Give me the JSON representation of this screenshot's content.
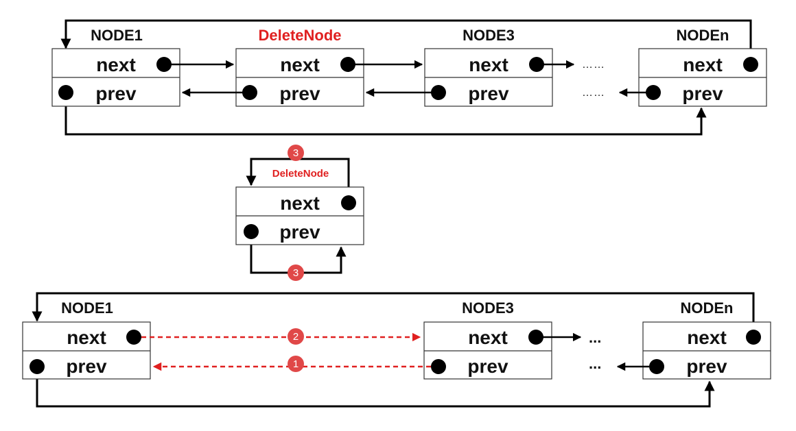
{
  "colors": {
    "ink": "#000000",
    "highlight": "#e02020",
    "badge": "#e04848"
  },
  "top_row": {
    "node1": {
      "title": "NODE1",
      "next": "next",
      "prev": "prev"
    },
    "delete": {
      "title": "DeleteNode",
      "next": "next",
      "prev": "prev"
    },
    "node3": {
      "title": "NODE3",
      "next": "next",
      "prev": "prev"
    },
    "noden": {
      "title": "NODEn",
      "next": "next",
      "prev": "prev"
    },
    "ellipsis_next": "……",
    "ellipsis_prev": "……"
  },
  "isolated": {
    "title": "DeleteNode",
    "next": "next",
    "prev": "prev",
    "step_top": "3",
    "step_bottom": "3"
  },
  "bottom_row": {
    "node1": {
      "title": "NODE1",
      "next": "next",
      "prev": "prev"
    },
    "node3": {
      "title": "NODE3",
      "next": "next",
      "prev": "prev"
    },
    "noden": {
      "title": "NODEn",
      "next": "next",
      "prev": "prev"
    },
    "ellipsis_next": "...",
    "ellipsis_prev": "...",
    "step_next": "2",
    "step_prev": "1"
  }
}
